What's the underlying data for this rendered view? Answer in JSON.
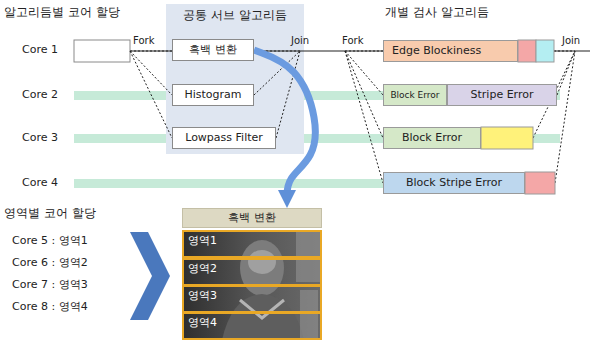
{
  "diagram": {
    "nodes": [
      {
        "text": [
          "공통 서브 알고리듬"
        ]
      },
      {
        "text": [
          "흑백 변환"
        ],
        "in": 0
      },
      {
        "text": [
          "Histogram"
        ],
        "in": 0
      },
      {
        "text": [
          "Lowpass Filter"
        ],
        "in": 0
      },
      {
        "text": [
          "Edge Blockiness"
        ]
      },
      {
        "text": [
          "Block Error"
        ]
      },
      {
        "text": [
          "Stripe Error"
        ]
      },
      {
        "text": [
          "Block Error"
        ]
      },
      {
        "text": [
          "Block Stripe Error"
        ]
      },
      {
        "text": [
          "흑백 변환"
        ]
      },
      {
        "text": [
          "영역1"
        ]
      },
      {
        "text": [
          "영역2"
        ]
      },
      {
        "text": [
          "영역3"
        ]
      },
      {
        "text": [
          "영역4"
        ]
      }
    ],
    "edges": [
      {
        "from": 1,
        "to": 9,
        "arrow": "to"
      }
    ],
    "labels": [
      "알고리듬별 코어 할당",
      "개별 검사 알고리듬",
      "Core 1",
      "Core 2",
      "Core 3",
      "Core 4",
      "Fork",
      "Join",
      "Fork",
      "Join",
      "영역별 코어 할당",
      "Core 5 : 영역1",
      "Core 6 : 영역2",
      "Core 7 : 영역3",
      "Core 8 : 영역4"
    ]
  }
}
